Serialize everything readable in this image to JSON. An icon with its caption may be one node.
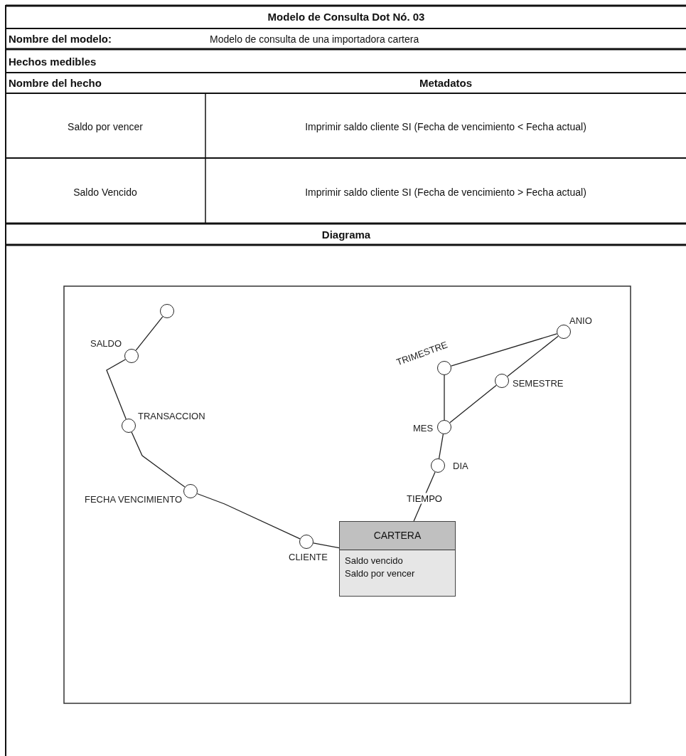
{
  "diagram": {
    "title": "Modelo de Consulta Dot Nó. 03",
    "nodes": [
      {
        "text": [],
        "shape": "circle"
      },
      {
        "text": [],
        "shape": "circle",
        "beside": [
          "SALDO"
        ]
      },
      {
        "text": [],
        "shape": "circle",
        "beside": [
          "TRANSACCION"
        ]
      },
      {
        "text": [],
        "shape": "circle",
        "beside": [
          "FECHA VENCIMIENTO"
        ]
      },
      {
        "text": [],
        "shape": "circle",
        "beside": [
          "CLIENTE"
        ]
      },
      {
        "text": [
          "CARTERA",
          "Saldo vencido Saldo por vencer"
        ]
      },
      {
        "text": [],
        "shape": "circle",
        "beside": [
          "DIA"
        ]
      },
      {
        "text": [],
        "shape": "circle",
        "beside": [
          "MES"
        ]
      },
      {
        "text": [],
        "shape": "circle",
        "beside": [
          "TRIMESTRE"
        ]
      },
      {
        "text": [],
        "shape": "circle",
        "beside": [
          "SEMESTRE"
        ]
      },
      {
        "text": [],
        "shape": "circle",
        "beside": [
          "ANIO"
        ]
      }
    ],
    "edges": [
      {
        "from": 1,
        "to": 0,
        "arrow": "none"
      },
      {
        "from": 2,
        "to": 1,
        "arrow": "none"
      },
      {
        "from": 3,
        "to": 2,
        "arrow": "none"
      },
      {
        "from": 4,
        "to": 3,
        "arrow": "none"
      },
      {
        "from": 5,
        "to": 4,
        "arrow": "none"
      },
      {
        "from": 5,
        "to": 6,
        "arrow": "none",
        "label": "TIEMPO"
      },
      {
        "from": 6,
        "to": 7,
        "arrow": "none"
      },
      {
        "from": 7,
        "to": 8,
        "arrow": "none"
      },
      {
        "from": 7,
        "to": 9,
        "arrow": "none"
      },
      {
        "from": 8,
        "to": 10,
        "arrow": "none"
      },
      {
        "from": 9,
        "to": 10,
        "arrow": "none"
      }
    ],
    "labels": [
      "Nombre del modelo:",
      "Modelo de consulta de una importadora cartera",
      "Hechos medibles",
      "Nombre del hecho",
      "Metadatos",
      "Saldo por vencer",
      "Imprimir saldo cliente SI (Fecha de vencimiento < Fecha actual)",
      "Saldo Vencido",
      "Imprimir saldo cliente SI (Fecha de vencimiento > Fecha actual)",
      "Diagrama"
    ]
  }
}
